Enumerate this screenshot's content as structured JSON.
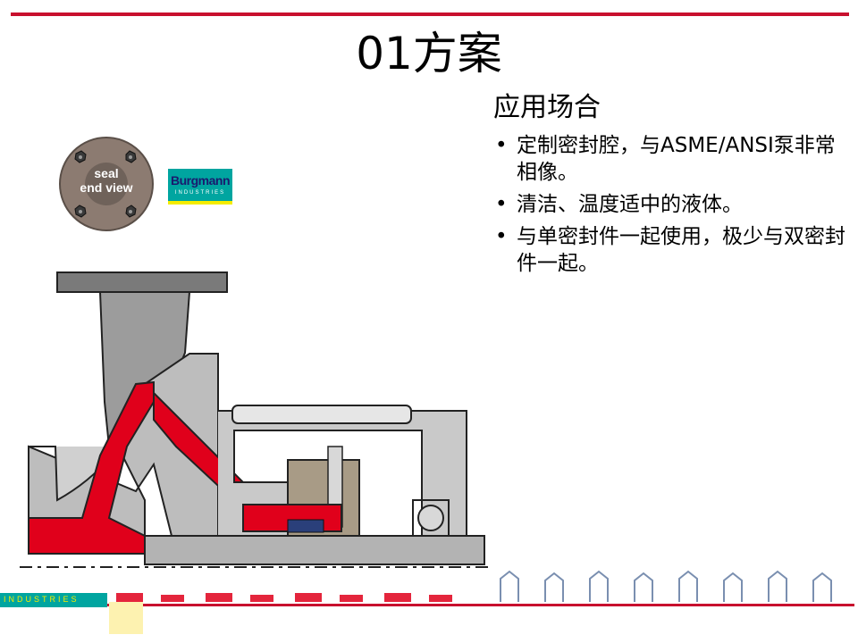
{
  "slide": {
    "title": "01方案"
  },
  "content": {
    "heading": "应用场合",
    "bullets": [
      "定制密封腔，与ASME/ANSI泵非常相像。",
      "清洁、温度适中的液体。",
      "与单密封件一起使用，极少与双密封件一起。"
    ]
  },
  "seal_badge": {
    "line1": "seal",
    "line2": "end view"
  },
  "brand": {
    "name": "Burgmann",
    "sub": "INDUSTRIES"
  },
  "footer": {
    "strip_text": "INDUSTRIES"
  },
  "colors": {
    "accent_red": "#c8102e",
    "teal": "#00a5a0",
    "yellow": "#f5ec00",
    "metal_gray": "#a9a9a9"
  }
}
